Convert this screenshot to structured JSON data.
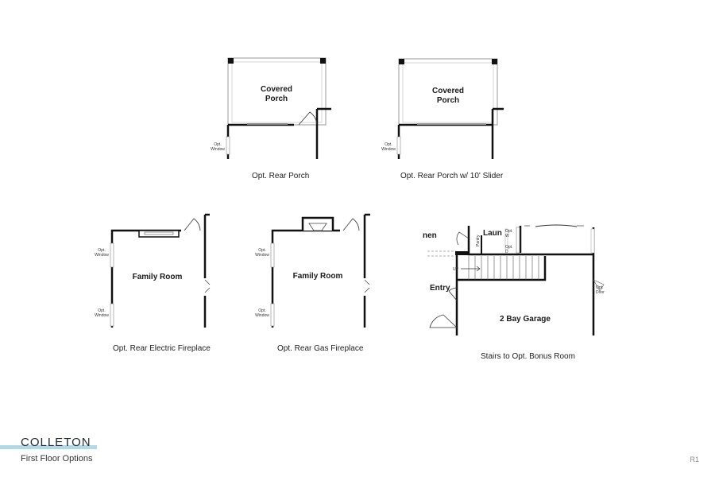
{
  "plans": {
    "rear_porch": {
      "room": [
        "Covered",
        "Porch"
      ],
      "window": [
        "Opt.",
        "Window"
      ],
      "caption": "Opt. Rear Porch"
    },
    "rear_porch_slider": {
      "room": [
        "Covered",
        "Porch"
      ],
      "window": [
        "Opt.",
        "Window"
      ],
      "caption": "Opt. Rear Porch w/ 10' Slider"
    },
    "electric_fireplace": {
      "room": "Family Room",
      "windows": [
        [
          "Opt.",
          "Window"
        ],
        [
          "Opt.",
          "Window"
        ]
      ],
      "caption": "Opt. Rear Electric Fireplace"
    },
    "gas_fireplace": {
      "room": "Family Room",
      "windows": [
        [
          "Opt.",
          "Window"
        ],
        [
          "Opt.",
          "Window"
        ]
      ],
      "caption": "Opt. Rear Gas Fireplace"
    },
    "bonus_stairs": {
      "kitchen_partial": "nen",
      "laundry": "Laun",
      "pantry": "Pantry",
      "opt_w": [
        "Opt.",
        "W"
      ],
      "opt_d": [
        "Opt.",
        "D"
      ],
      "up": "UP",
      "entry": "Entry",
      "garage": "2 Bay Garage",
      "opt_door": [
        "Opt.",
        "Door"
      ],
      "caption": "Stairs to Opt. Bonus Room"
    }
  },
  "footer": {
    "brand": "COLLETON",
    "subtitle": "First Floor Options",
    "page": "R1"
  }
}
